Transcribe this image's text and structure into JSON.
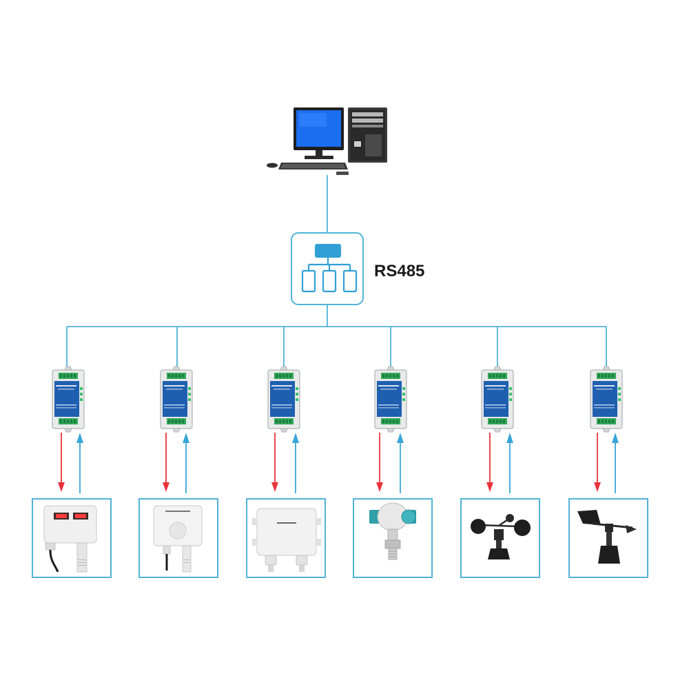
{
  "bus": {
    "label": "RS485",
    "icon": "network-hierarchy-icon"
  },
  "colors": {
    "line": "#4fb3d9",
    "bus_icon": "#2f9fd6",
    "down_arrow": "#e8323c",
    "up_arrow": "#3aa6d8",
    "module_body": "#e9eaea",
    "module_panel": "#1f5fb0",
    "terminal": "#2fa95a",
    "device_frame": "#4fb3d9"
  },
  "computer": {
    "name": "desktop-computer-icon"
  },
  "modules": [
    {
      "name": "io-module-1"
    },
    {
      "name": "io-module-2"
    },
    {
      "name": "io-module-3"
    },
    {
      "name": "io-module-4"
    },
    {
      "name": "io-module-5"
    },
    {
      "name": "io-module-6"
    }
  ],
  "devices": [
    {
      "icon": "temperature-humidity-display-sensor-icon"
    },
    {
      "icon": "light-sensor-icon"
    },
    {
      "icon": "junction-box-sensor-icon"
    },
    {
      "icon": "pressure-transmitter-icon"
    },
    {
      "icon": "cup-anemometer-icon"
    },
    {
      "icon": "wind-vane-icon"
    }
  ]
}
